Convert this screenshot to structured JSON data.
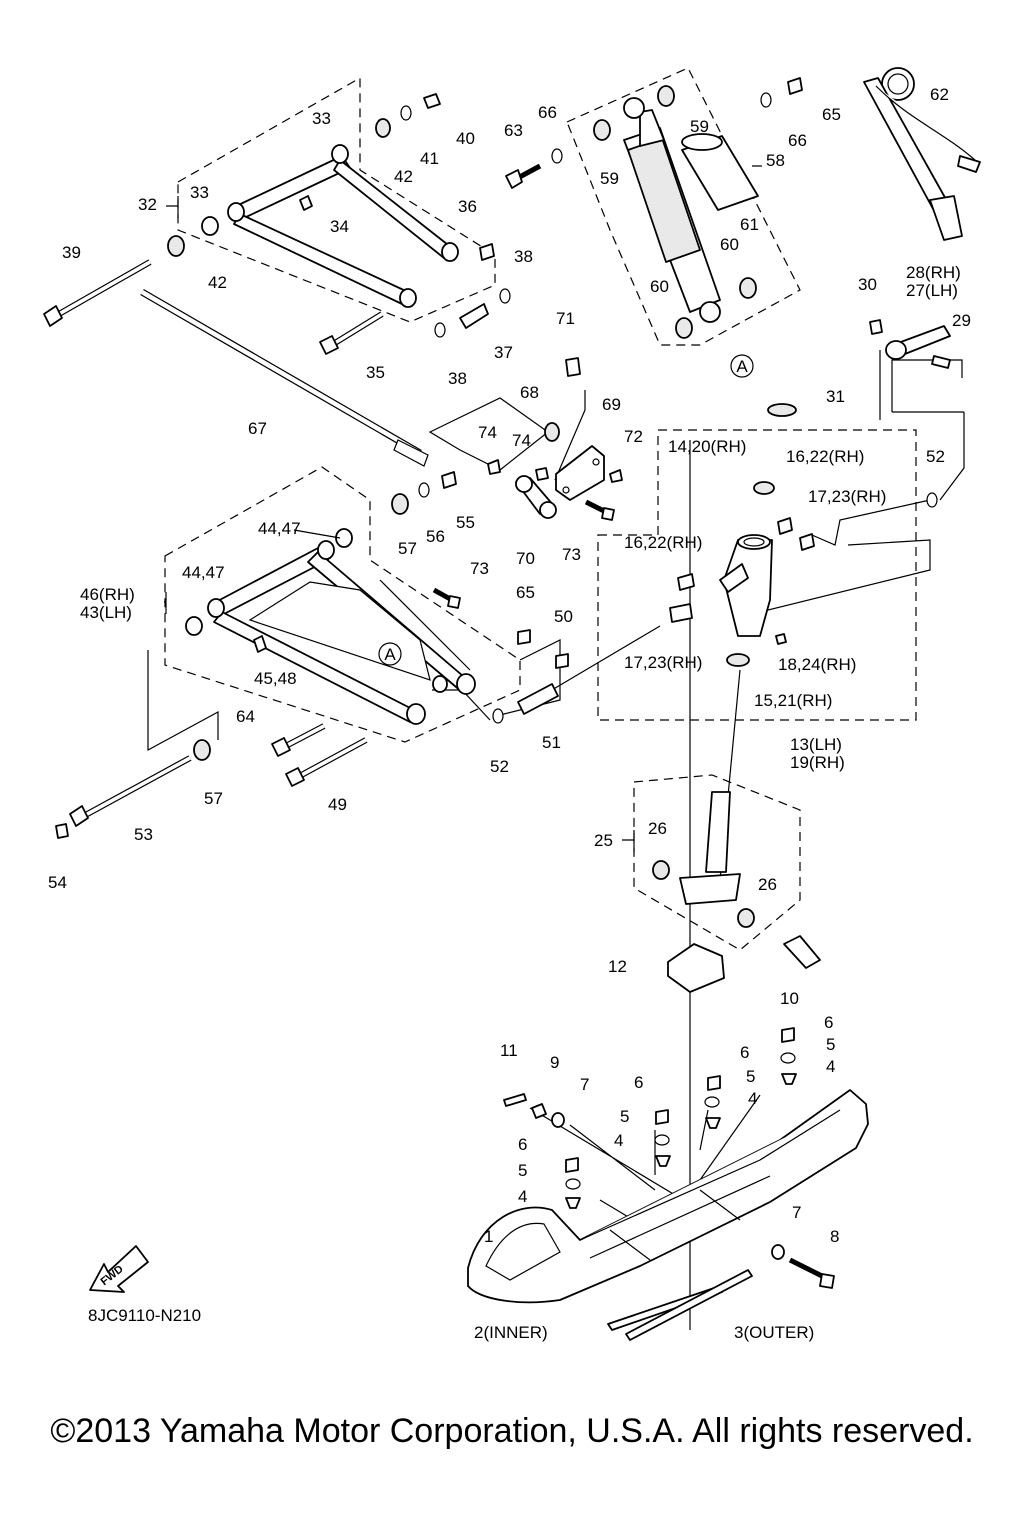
{
  "diagram_code": "8JC9110-N210",
  "copyright": "©2013 Yamaha Motor Corporation, U.S.A. All rights reserved.",
  "fwd_badge": "FWD",
  "callout_marker": "A",
  "part_labels": [
    "1",
    "2(INNER)",
    "3(OUTER)",
    "4",
    "5",
    "6",
    "7",
    "8",
    "9",
    "10",
    "11",
    "12",
    "13(LH)",
    "19(RH)",
    "14,20(RH)",
    "15,21(RH)",
    "16,22(RH)",
    "17,23(RH)",
    "18,24(RH)",
    "25",
    "26",
    "27(LH)",
    "28(RH)",
    "29",
    "30",
    "31",
    "32",
    "33",
    "34",
    "35",
    "36",
    "37",
    "38",
    "39",
    "40",
    "41",
    "42",
    "43(LH)",
    "44,47",
    "45,48",
    "46(RH)",
    "49",
    "50",
    "51",
    "52",
    "53",
    "54",
    "55",
    "56",
    "57",
    "58",
    "59",
    "60",
    "61",
    "62",
    "63",
    "64",
    "65",
    "66",
    "67",
    "68",
    "69",
    "70",
    "71",
    "72",
    "73",
    "74"
  ]
}
